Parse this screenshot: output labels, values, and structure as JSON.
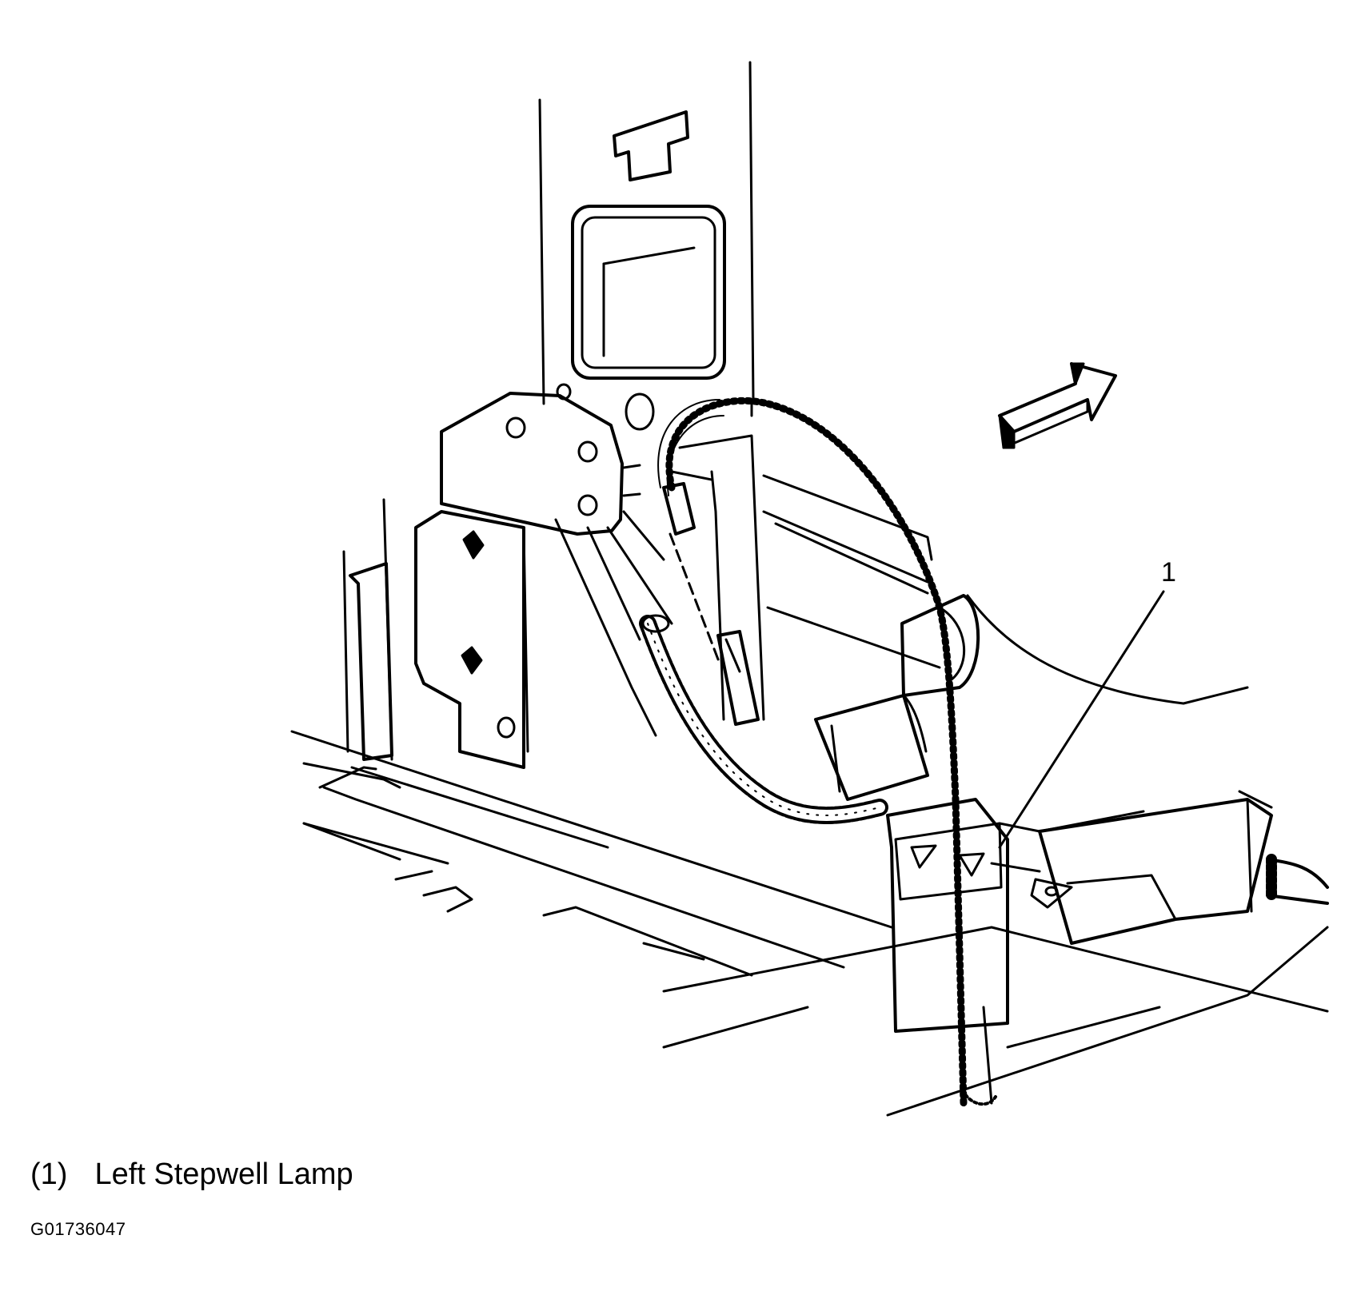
{
  "diagram": {
    "callout_number": "1",
    "legend": {
      "number": "(1)",
      "label": "Left Stepwell Lamp"
    },
    "figure_id": "G01736047"
  }
}
